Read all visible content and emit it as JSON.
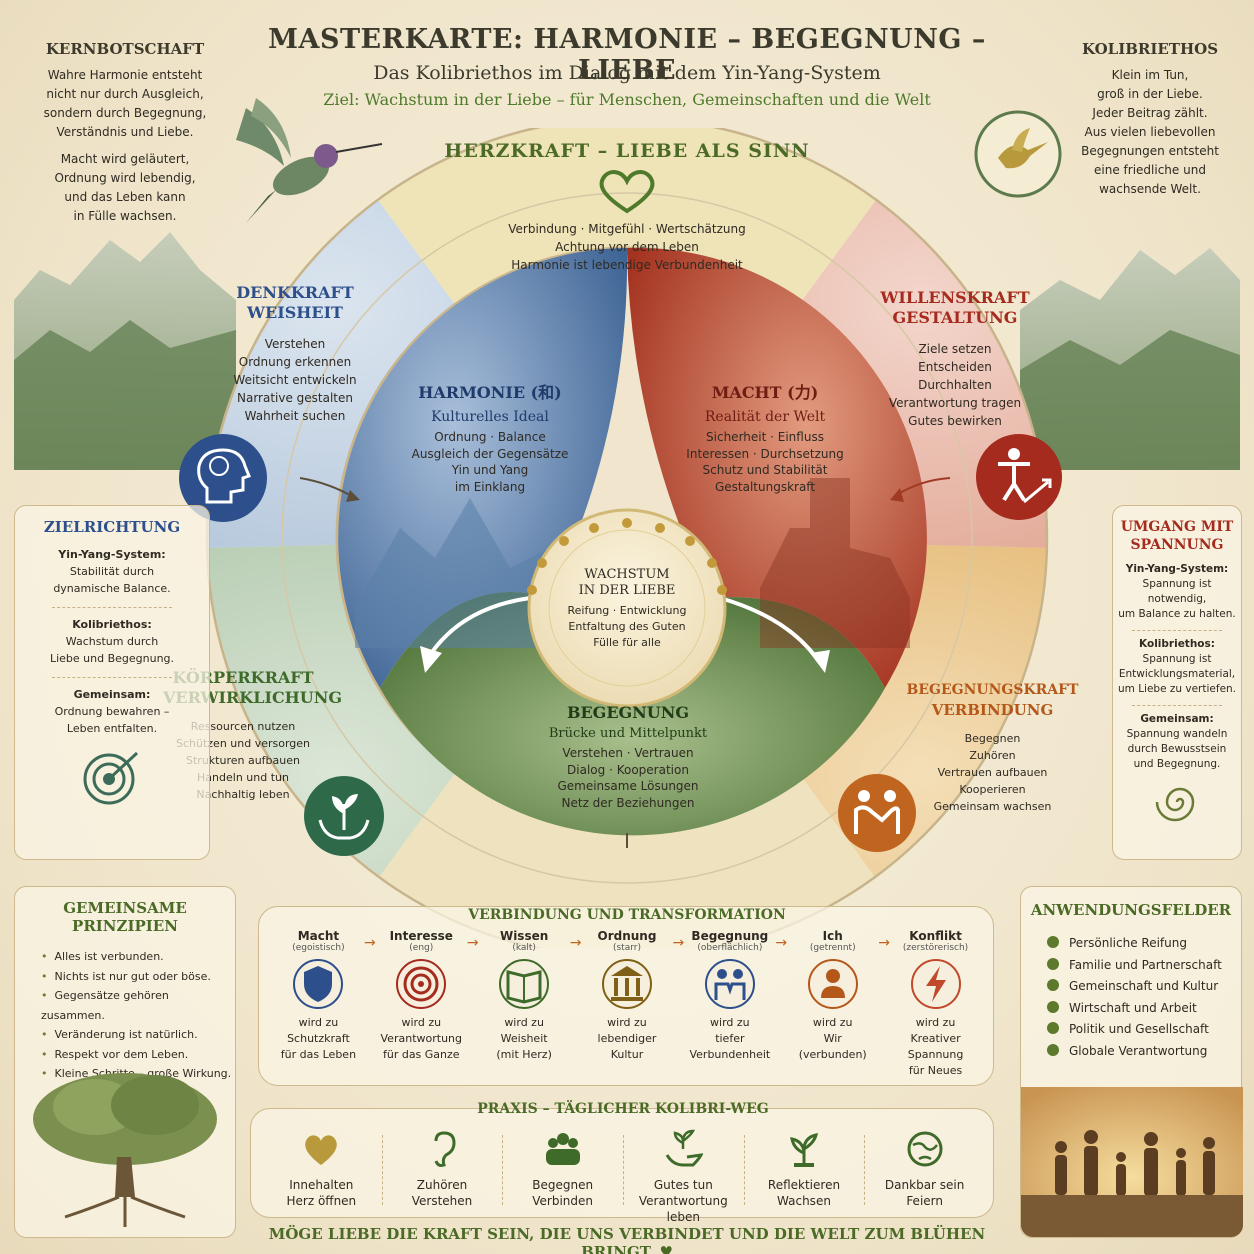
{
  "header": {
    "title": "MASTERKARTE:   HARMONIE – BEGEGNUNG – LIEBE",
    "subtitle": "Das Kolibriethos im Dialog mit dem Yin-Yang-System",
    "goal": "Ziel: Wachstum in der Liebe – für Menschen, Gemeinschaften und die Welt"
  },
  "kernbotschaft": {
    "title": "KERNBOTSCHAFT",
    "p1": [
      "Wahre Harmonie entsteht",
      "nicht nur durch Ausgleich,",
      "sondern durch Begegnung,",
      "Verständnis und Liebe."
    ],
    "p2": [
      "Macht wird geläutert,",
      "Ordnung wird lebendig,",
      "und das Leben kann",
      "in Fülle wachsen."
    ]
  },
  "kolibriethos": {
    "title": "KOLIBRIETHOS",
    "lines": [
      "Klein im Tun,",
      "groß in der Liebe.",
      "Jeder Beitrag zählt.",
      "Aus vielen liebevollen",
      "Begegnungen entsteht",
      "eine friedliche und",
      "wachsende Welt."
    ]
  },
  "zielrichtung": {
    "title": "ZIELRICHTUNG",
    "blocks": [
      {
        "head": "Yin-Yang-System:",
        "lines": [
          "Stabilität durch",
          "dynamische Balance."
        ]
      },
      {
        "head": "Kolibriethos:",
        "lines": [
          "Wachstum durch",
          "Liebe und Begegnung."
        ]
      },
      {
        "head": "Gemeinsam:",
        "lines": [
          "Ordnung bewahren –",
          "Leben entfalten."
        ]
      }
    ]
  },
  "spannung": {
    "title": [
      "UMGANG MIT",
      "SPANNUNG"
    ],
    "blocks": [
      {
        "head": "Yin-Yang-System:",
        "lines": [
          "Spannung ist notwendig,",
          "um Balance zu halten."
        ]
      },
      {
        "head": "Kolibriethos:",
        "lines": [
          "Spannung ist",
          "Entwicklungsmaterial,",
          "um Liebe zu vertiefen."
        ]
      },
      {
        "head": "Gemeinsam:",
        "lines": [
          "Spannung wandeln",
          "durch Bewusstsein",
          "und Begegnung."
        ]
      }
    ]
  },
  "herzkraft": {
    "title": "HERZKRAFT – LIEBE ALS SINN",
    "lines": [
      "Verbindung · Mitgefühl · Wertschätzung",
      "Achtung vor dem Leben",
      "Harmonie ist lebendige Verbundenheit"
    ]
  },
  "denkkraft": {
    "title": [
      "DENKKRAFT",
      "WEISHEIT"
    ],
    "items": [
      "Verstehen",
      "Ordnung erkennen",
      "Weitsicht entwickeln",
      "Narrative gestalten",
      "Wahrheit suchen"
    ]
  },
  "willenskraft": {
    "title": [
      "WILLENSKRAFT",
      "GESTALTUNG"
    ],
    "items": [
      "Ziele setzen",
      "Entscheiden",
      "Durchhalten",
      "Verantwortung tragen",
      "Gutes bewirken"
    ]
  },
  "koerperkraft": {
    "title": [
      "KÖRPERKRAFT",
      "VERWIRKLICHUNG"
    ],
    "items": [
      "Ressourcen nutzen",
      "Schützen und versorgen",
      "Strukturen aufbauen",
      "Handeln und tun",
      "Nachhaltig leben"
    ]
  },
  "begegnungskraft": {
    "title": [
      "BEGEGNUNGSKRAFT",
      "VERBINDUNG"
    ],
    "items": [
      "Begegnen",
      "Zuhören",
      "Vertrauen aufbauen",
      "Kooperieren",
      "Gemeinsam wachsen"
    ]
  },
  "harmonie": {
    "title": "HARMONIE (和)",
    "subtitle": "Kulturelles Ideal",
    "lines": [
      "Ordnung · Balance",
      "Ausgleich der Gegensätze",
      "Yin und Yang",
      "im Einklang"
    ]
  },
  "macht": {
    "title": "MACHT (力)",
    "subtitle": "Realität der Welt",
    "lines": [
      "Sicherheit · Einfluss",
      "Interessen · Durchsetzung",
      "Schutz und Stabilität",
      "Gestaltungskraft"
    ]
  },
  "begegnung": {
    "title": "BEGEGNUNG",
    "subtitle": "Brücke und Mittelpunkt",
    "lines": [
      "Verstehen · Vertrauen",
      "Dialog · Kooperation",
      "Gemeinsame Lösungen",
      "Netz der Beziehungen"
    ]
  },
  "wachstum": {
    "title": [
      "WACHSTUM",
      "IN DER LIEBE"
    ],
    "lines": [
      "Reifung · Entwicklung",
      "Entfaltung des Guten",
      "Fülle für alle"
    ]
  },
  "transformation": {
    "title": "VERBINDUNG UND TRANSFORMATION",
    "wird_zu": "wird zu",
    "items": [
      {
        "label": "Macht",
        "sub": "(egoistisch)",
        "result": [
          "Schutzkraft",
          "für das Leben"
        ],
        "icon": "shield-icon",
        "color": "#2d4f8c"
      },
      {
        "label": "Interesse",
        "sub": "(eng)",
        "result": [
          "Verantwortung",
          "für das Ganze"
        ],
        "icon": "target-icon",
        "color": "#a52b1e"
      },
      {
        "label": "Wissen",
        "sub": "(kalt)",
        "result": [
          "Weisheit",
          "(mit Herz)"
        ],
        "icon": "book-icon",
        "color": "#3f6b2a"
      },
      {
        "label": "Ordnung",
        "sub": "(starr)",
        "result": [
          "lebendiger",
          "Kultur"
        ],
        "icon": "temple-icon",
        "color": "#806016"
      },
      {
        "label": "Begegnung",
        "sub": "(oberflächlich)",
        "result": [
          "tiefer",
          "Verbundenheit"
        ],
        "icon": "people-icon",
        "color": "#2d4f8c"
      },
      {
        "label": "Ich",
        "sub": "(getrennt)",
        "result": [
          "Wir",
          "(verbunden)"
        ],
        "icon": "person-icon",
        "color": "#b4581a"
      },
      {
        "label": "Konflikt",
        "sub": "(zerstörerisch)",
        "result": [
          "Kreativer Spannung",
          "für Neues"
        ],
        "icon": "lightning-icon",
        "color": "#c0492b"
      }
    ]
  },
  "prinzipien": {
    "title": "GEMEINSAME PRINZIPIEN",
    "items": [
      "Alles ist verbunden.",
      "Nichts ist nur gut oder böse.",
      "Gegensätze gehören zusammen.",
      "Veränderung ist natürlich.",
      "Respekt vor dem Leben.",
      "Kleine Schritte – große Wirkung."
    ]
  },
  "anwendung": {
    "title": "ANWENDUNGSFELDER",
    "items": [
      "Persönliche Reifung",
      "Familie und Partnerschaft",
      "Gemeinschaft und Kultur",
      "Wirtschaft und Arbeit",
      "Politik und Gesellschaft",
      "Globale Verantwortung"
    ]
  },
  "praxis": {
    "title": "PRAXIS – TÄGLICHER KOLIBRI-WEG",
    "items": [
      {
        "lines": [
          "Innehalten",
          "Herz öffnen"
        ],
        "icon": "heart-icon"
      },
      {
        "lines": [
          "Zuhören",
          "Verstehen"
        ],
        "icon": "ear-icon"
      },
      {
        "lines": [
          "Begegnen",
          "Verbinden"
        ],
        "icon": "group-icon"
      },
      {
        "lines": [
          "Gutes tun",
          "Verantwortung leben"
        ],
        "icon": "hand-plant-icon"
      },
      {
        "lines": [
          "Reflektieren",
          "Wachsen"
        ],
        "icon": "sprout-icon"
      },
      {
        "lines": [
          "Dankbar sein",
          "Feiern"
        ],
        "icon": "globe-icon"
      }
    ]
  },
  "footer": "MÖGE LIEBE DIE KRAFT SEIN, DIE UNS VERBINDET UND DIE WELT ZUM BLÜHEN BRINGT. ♥",
  "colors": {
    "blue": "#2d4f8c",
    "red": "#a52b1e",
    "green": "#3f6b2a",
    "orange": "#c0651f",
    "gold": "#b89a3c"
  }
}
